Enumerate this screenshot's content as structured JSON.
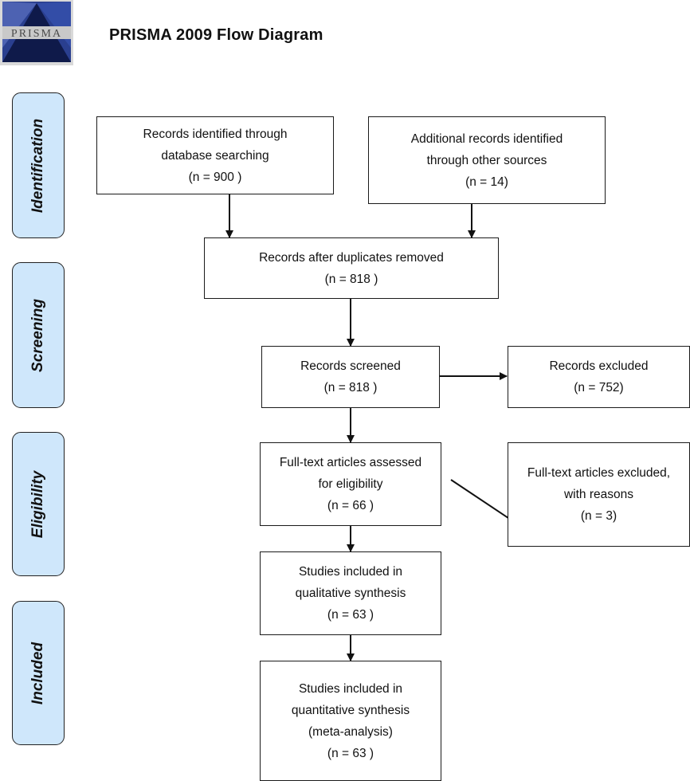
{
  "header": {
    "logo_text": "PRISMA",
    "title": "PRISMA 2009 Flow Diagram"
  },
  "phases": {
    "identification": "Identification",
    "screening": "Screening",
    "eligibility": "Eligibility",
    "included": "Included"
  },
  "boxes": {
    "database": {
      "line1": "Records identified through",
      "line2": "database searching",
      "count": "(n = 900 )"
    },
    "other_sources": {
      "line1": "Additional records identified",
      "line2": "through other sources",
      "count": "(n = 14)"
    },
    "duplicates_removed": {
      "line1": "Records after duplicates removed",
      "count": "(n =  818 )"
    },
    "screened": {
      "line1": "Records screened",
      "count": "(n =  818 )"
    },
    "excluded": {
      "line1": "Records excluded",
      "count": "(n =  752)"
    },
    "fulltext_assessed": {
      "line1": "Full-text articles assessed",
      "line2": "for eligibility",
      "count": "(n = 66  )"
    },
    "fulltext_excluded": {
      "line1": "Full-text articles excluded,",
      "line2": "with reasons",
      "count": "(n = 3)"
    },
    "qualitative": {
      "line1": "Studies included in",
      "line2": "qualitative synthesis",
      "count": "(n = 63 )"
    },
    "quantitative": {
      "line1": "Studies included in",
      "line2": "quantitative synthesis",
      "line3": "(meta-analysis)",
      "count": "(n = 63 )"
    }
  }
}
